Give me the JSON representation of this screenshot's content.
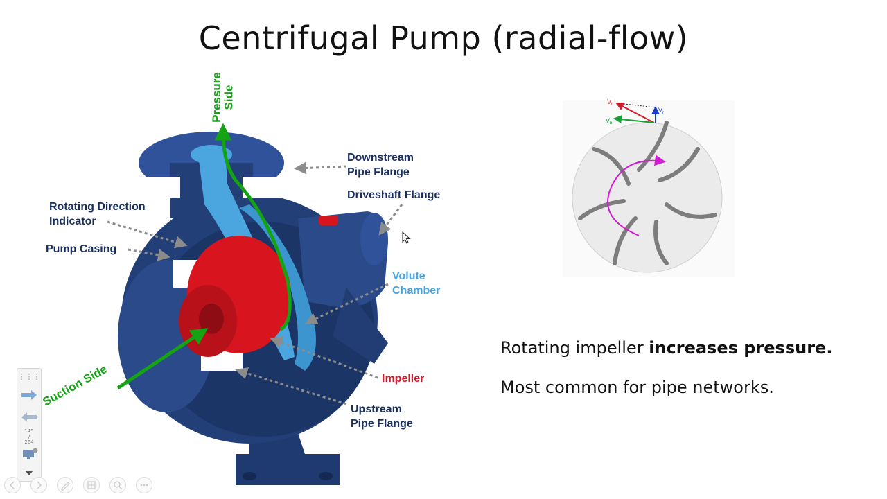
{
  "slide": {
    "title": "Centrifugal Pump (radial-flow)"
  },
  "pump_labels": {
    "pressure_side_line1": "Pressure",
    "pressure_side_line2": "Side",
    "downstream_line1": "Downstream",
    "downstream_line2": "Pipe Flange",
    "driveshaft": "Driveshaft Flange",
    "rotating_line1": "Rotating Direction",
    "rotating_line2": "Indicator",
    "pump_casing": "Pump Casing",
    "volute_line1": "Volute",
    "volute_line2": "Chamber",
    "impeller": "Impeller",
    "upstream_line1": "Upstream",
    "upstream_line2": "Pipe Flange",
    "suction_side": "Suction Side"
  },
  "velocity_labels": {
    "v_t": "V",
    "v_r": "V",
    "v_b": "V",
    "sub_t": "t",
    "sub_r": "r",
    "sub_b": "b"
  },
  "bullets": {
    "line1_prefix": "Rotating impeller ",
    "line1_bold": "increases pressure.",
    "line2": "Most common for pipe networks."
  },
  "navigator": {
    "current_page": "145",
    "page_separator": "/",
    "total_pages": "264"
  },
  "colors": {
    "casing_navy": "#233f78",
    "impeller_red": "#d8151f",
    "volute_blue": "#4ba5de",
    "flow_green": "#13a313",
    "arrow_gray": "#8c8c8c",
    "magenta": "#d21bd2"
  }
}
